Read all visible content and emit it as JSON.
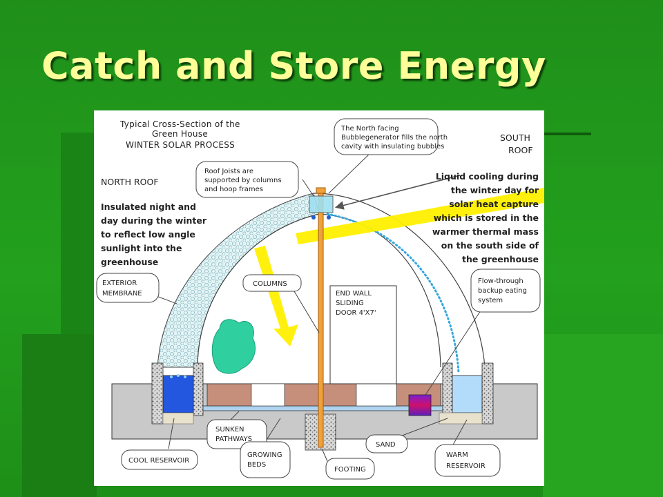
{
  "slide": {
    "title": "Catch and Store Energy"
  },
  "colors": {
    "background": "#21991b",
    "title": "#ffff99",
    "solar_ray": "#ffee00",
    "cool_water": "#2255dd",
    "warm_water": "#aaddff",
    "growing_bed": "#c8907a",
    "ground": "#c8c8c8",
    "insulating_bubbles": "#dff2f5",
    "plant": "#2ecc9a"
  },
  "diagram": {
    "heading": [
      "Typical Cross-Section of the",
      "Green House",
      "WINTER SOLAR PROCESS"
    ],
    "north_roof": {
      "title": "NORTH ROOF",
      "text": [
        "Insulated night and",
        "day during the winter",
        "to reflect low angle",
        "sunlight into the",
        "greenhouse"
      ]
    },
    "south_roof": {
      "title": [
        "SOUTH",
        "ROOF"
      ],
      "text": [
        "Liquid cooling during",
        "the winter day for",
        "solar heat capture",
        "which is stored in the",
        "warmer thermal mass",
        "on the south side of",
        "the greenhouse"
      ]
    },
    "callouts": {
      "bubblegenerator": [
        "The North facing",
        "Bubblegenerator fills the north",
        "cavity with insulating bubbles"
      ],
      "roof_joists": [
        "Roof Joists are",
        "supported by columns",
        "and hoop frames"
      ],
      "exterior_membrane": [
        "EXTERIOR",
        "MEMBRANE"
      ],
      "columns": "COLUMNS",
      "end_wall": [
        "END WALL",
        "SLIDING",
        "DOOR 4'X7'"
      ],
      "flow_through": [
        "Flow-through",
        "backup eating",
        "system"
      ],
      "sunken_pathways": [
        "SUNKEN",
        "PATHWAYS"
      ],
      "cool_reservoir": "COOL RESERVOIR",
      "growing_beds": [
        "GROWING",
        "BEDS"
      ],
      "footing": "FOOTING",
      "sand": "SAND",
      "warm_reservoir": [
        "WARM",
        "RESERVOIR"
      ]
    }
  }
}
